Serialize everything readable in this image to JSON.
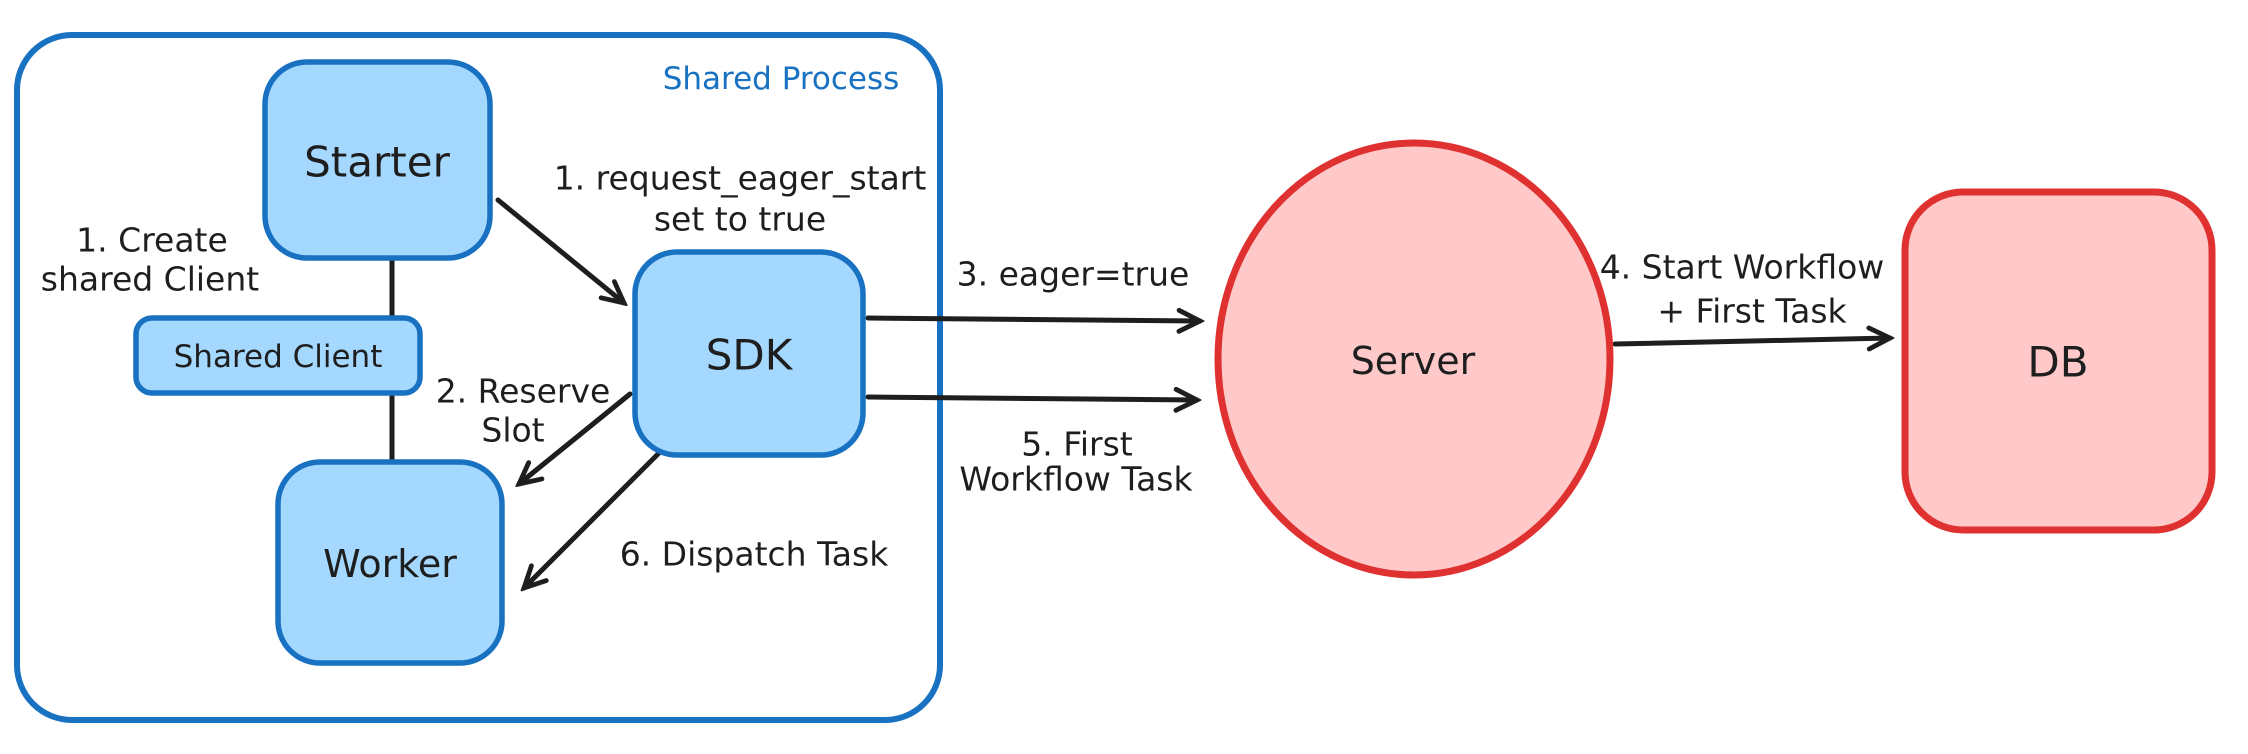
{
  "colors": {
    "blue_stroke": "#1971c2",
    "blue_fill": "#a5d8ff",
    "red_stroke": "#e03131",
    "red_fill": "#ffc9c9",
    "ink": "#1e1e1e",
    "background": "#ffffff"
  },
  "container": {
    "label": "Shared Process"
  },
  "nodes": {
    "starter": "Starter",
    "shared_client": "Shared Client",
    "worker": "Worker",
    "sdk": "SDK",
    "server": "Server",
    "db": "DB"
  },
  "annotations": {
    "create_shared_client_1": "1. Create",
    "create_shared_client_2": "shared Client",
    "request_eager_start_1": "1. request_eager_start",
    "request_eager_start_2": "set to true",
    "reserve_slot_1": "2. Reserve",
    "reserve_slot_2": "Slot",
    "eager_true": "3. eager=true",
    "start_workflow_1": "4. Start Workflow",
    "start_workflow_2": "+ First Task",
    "first_workflow_task_1": "5. First",
    "first_workflow_task_2": "Workflow Task",
    "dispatch_task": "6. Dispatch Task"
  }
}
